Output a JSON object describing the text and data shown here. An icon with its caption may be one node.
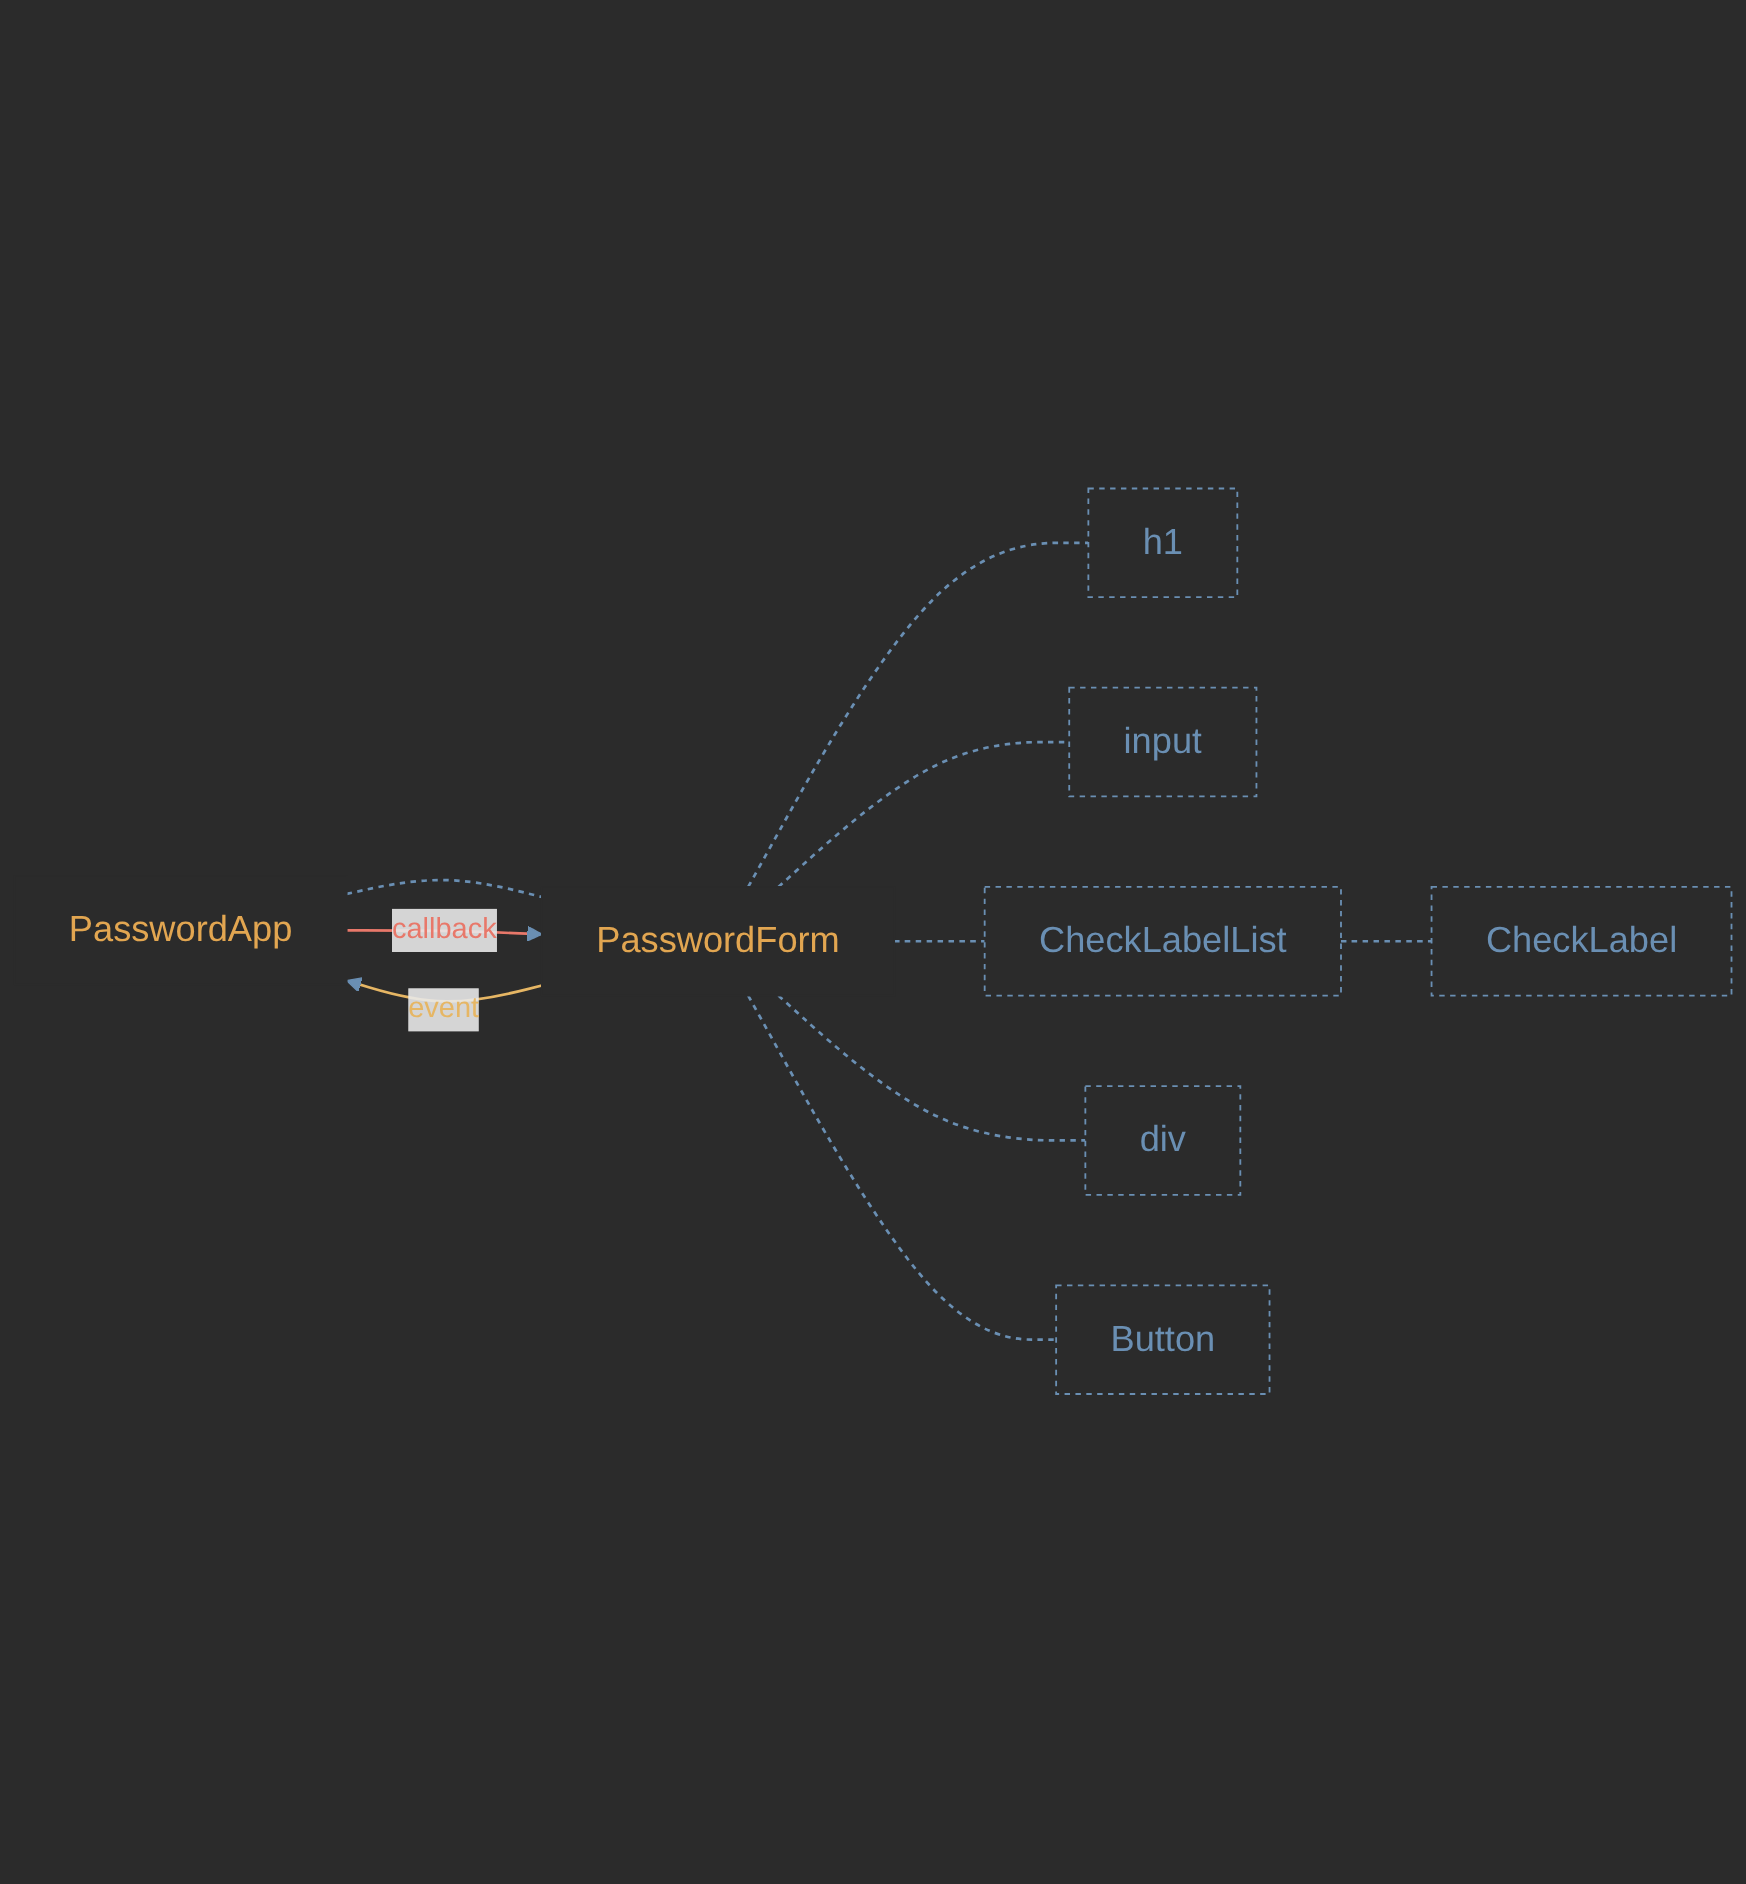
{
  "diagram": {
    "nodes": [
      {
        "text": [
          "PasswordApp"
        ]
      },
      {
        "text": [
          "PasswordForm"
        ]
      },
      {
        "text": [
          "h1"
        ]
      },
      {
        "text": [
          "input"
        ]
      },
      {
        "text": [
          "CheckLabelList"
        ]
      },
      {
        "text": [
          "CheckLabel"
        ]
      },
      {
        "text": [
          "div"
        ]
      },
      {
        "text": [
          "Button"
        ]
      }
    ],
    "edges": [
      {
        "from": 0,
        "to": 1,
        "arrow": "none",
        "style": "dashed"
      },
      {
        "from": 1,
        "to": 2,
        "arrow": "none",
        "style": "dashed"
      },
      {
        "from": 1,
        "to": 3,
        "arrow": "none",
        "style": "dashed"
      },
      {
        "from": 1,
        "to": 4,
        "arrow": "none",
        "style": "dashed"
      },
      {
        "from": 4,
        "to": 5,
        "arrow": "none",
        "style": "dashed"
      },
      {
        "from": 1,
        "to": 6,
        "arrow": "none",
        "style": "dashed"
      },
      {
        "from": 1,
        "to": 7,
        "arrow": "none",
        "style": "dashed"
      },
      {
        "from": 0,
        "to": 1,
        "arrow": "to",
        "label": "callback",
        "color": "#e8786a"
      },
      {
        "from": 1,
        "to": 0,
        "arrow": "to",
        "label": "event",
        "color": "#e6b664"
      }
    ]
  }
}
